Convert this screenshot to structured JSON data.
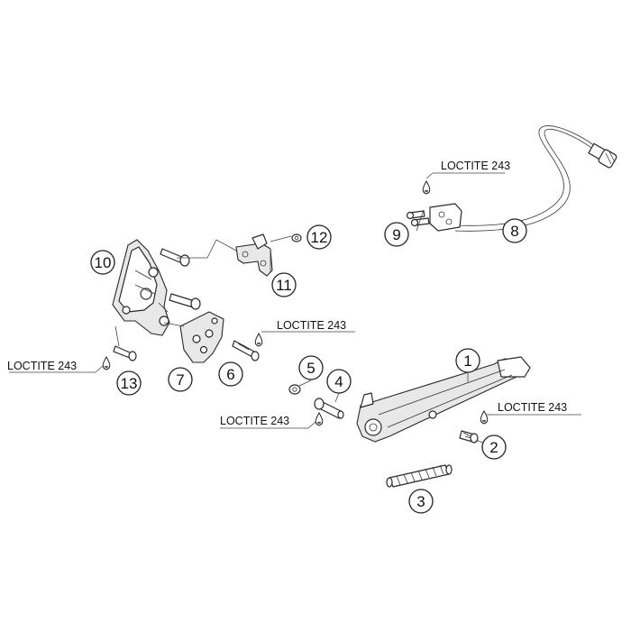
{
  "diagram": {
    "callouts": [
      "1",
      "2",
      "3",
      "4",
      "5",
      "6",
      "7",
      "8",
      "9",
      "10",
      "11",
      "12",
      "13"
    ],
    "notes": {
      "loctite": "LOCTITE 243"
    }
  }
}
